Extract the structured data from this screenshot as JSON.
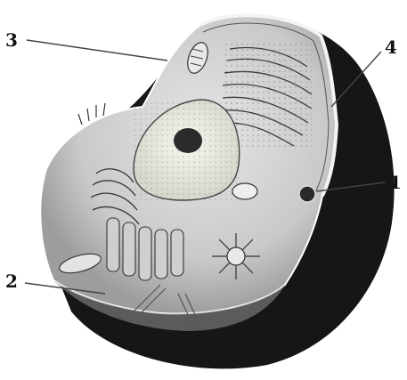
{
  "figure": {
    "labels": [
      {
        "id": "1",
        "text": "1"
      },
      {
        "id": "2",
        "text": "2"
      },
      {
        "id": "3",
        "text": "3"
      },
      {
        "id": "4",
        "text": "4"
      }
    ]
  },
  "colors": {
    "background": "#ffffff",
    "outer_membrane_dark": "#1a1a1a",
    "cytoplasm_light": "#d9d9d9",
    "cytoplasm_mid": "#b8b8b8",
    "nucleus_fill": "#efefe6",
    "nucleolus": "#2a2a2a",
    "organelle_line": "#333333",
    "leader_line": "#444444"
  }
}
